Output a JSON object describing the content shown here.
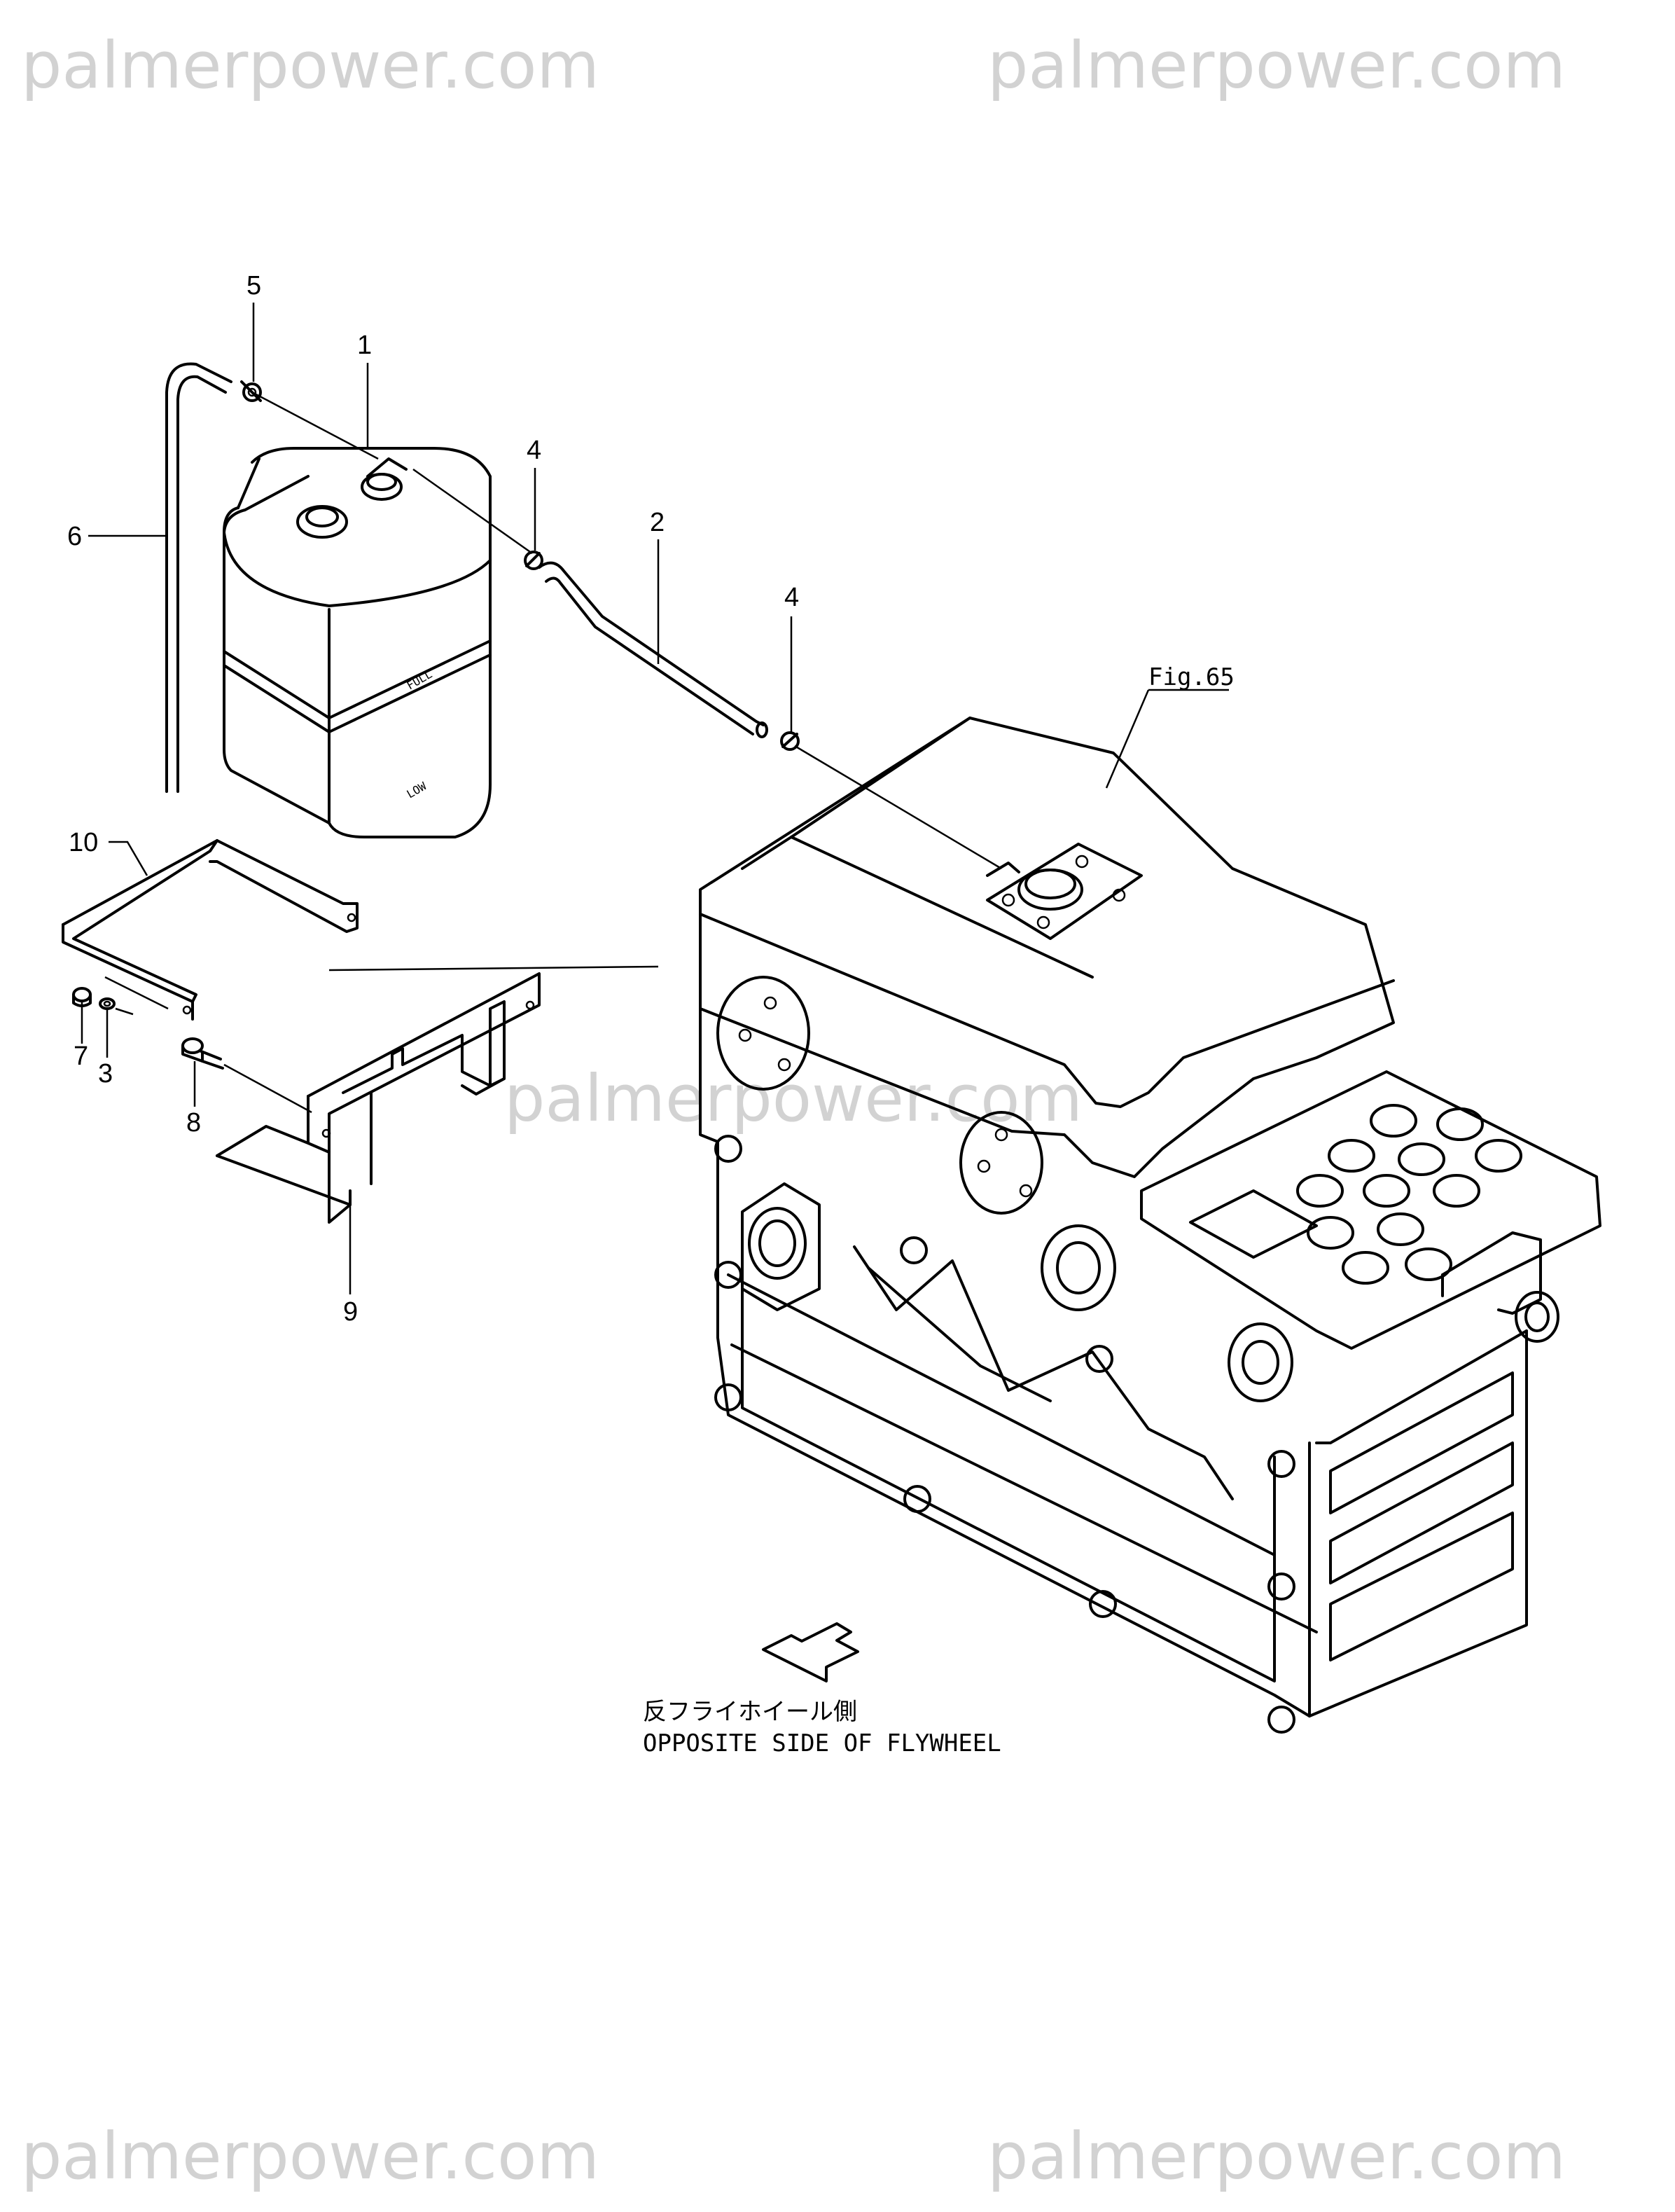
{
  "watermark": {
    "top_left": "palmerpower.com",
    "top_right": "palmerpower.com",
    "center": "palmerpower.com",
    "bottom_left": "palmerpower.com",
    "bottom_right": "palmerpower.com"
  },
  "callouts": {
    "c1": "1",
    "c2": "2",
    "c3": "3",
    "c4a": "4",
    "c4b": "4",
    "c5": "5",
    "c6": "6",
    "c7": "7",
    "c8": "8",
    "c9": "9",
    "c10": "10"
  },
  "figure_ref": "Fig.65",
  "direction": {
    "japanese": "反フライホイール側",
    "english": "OPPOSITE SIDE OF FLYWHEEL"
  },
  "tank_markings": {
    "full": "FULL",
    "low": "LOW"
  }
}
